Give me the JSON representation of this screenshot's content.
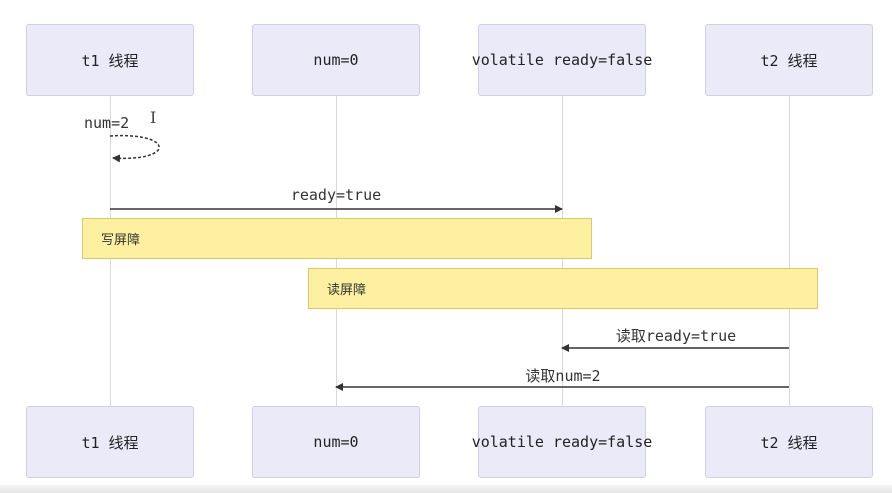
{
  "actors": {
    "t1": "t1 线程",
    "num": "num=0",
    "ready": "volatile ready=false",
    "t2": "t2 线程"
  },
  "messages": {
    "self_num": "num=2",
    "ready_true": "ready=true",
    "read_ready": "读取ready=true",
    "read_num": "读取num=2"
  },
  "notes": {
    "write_barrier": "写屏障",
    "read_barrier": "读屏障"
  },
  "colors": {
    "actor_fill": "#eaeaf8",
    "note_fill": "#fdf0a0",
    "arrow": "#333333"
  }
}
